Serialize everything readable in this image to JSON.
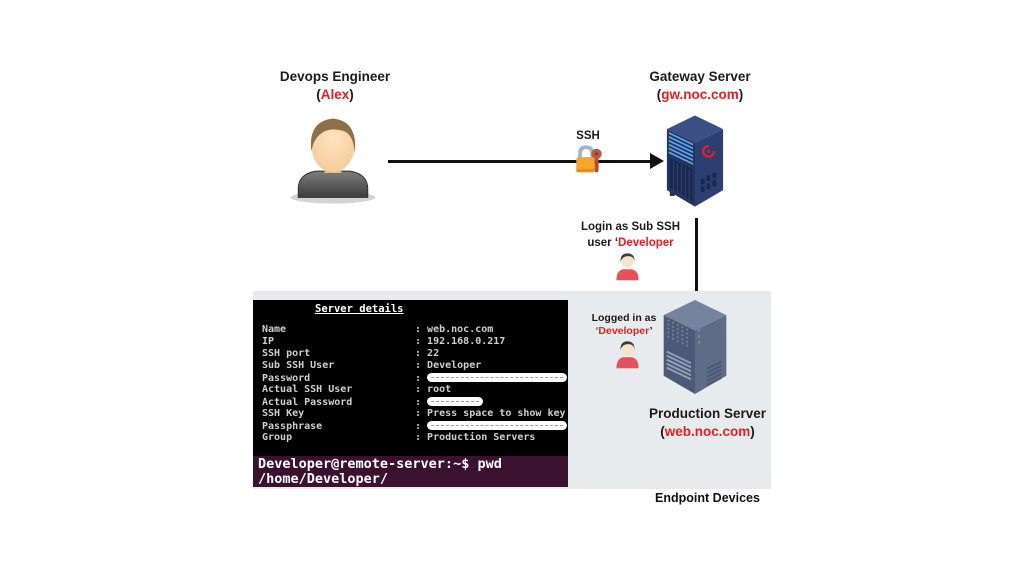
{
  "colors": {
    "accent_red": "#ee1b22",
    "panel_bg": "#e8ebee",
    "terminal_bg": "#000000",
    "terminal_text": "#cfcfcf",
    "prompt_bg": "#3a112e",
    "arrow_black": "#111111"
  },
  "icons": {
    "devops_avatar": "person-avatar",
    "lock": "lock-with-key",
    "gateway_server": "server-tower",
    "production_server": "server-tower",
    "developer_user": "person-red-shirt"
  },
  "devops_engineer": {
    "title": "Devops Engineer",
    "paren_open": "(",
    "name": "Alex",
    "paren_close": ")"
  },
  "gateway_server": {
    "title": "Gateway Server",
    "paren_open": "(",
    "host": "gw.noc.com",
    "paren_close": ")"
  },
  "ssh_arrow": {
    "label": "SSH"
  },
  "login_note": {
    "line1": "Login as Sub SSH",
    "line2_prefix": "user ‘",
    "line2_red": "Developer"
  },
  "logged_in_note": {
    "line1": "Logged in as",
    "line2_red": "‘Developer",
    "quote_close": "’"
  },
  "production_server": {
    "title": "Production Server",
    "paren_open": "(",
    "host": "web.noc.com",
    "paren_close": ")"
  },
  "endpoint_label": "Endpoint Devices",
  "terminal": {
    "title": "Server details",
    "colon": ": ",
    "rows": [
      {
        "label": "Name",
        "value": "web.noc.com"
      },
      {
        "label": "IP",
        "value": "192.168.0.217"
      },
      {
        "label": "SSH port",
        "value": "22"
      },
      {
        "label": "Sub SSH User",
        "value": "Developer"
      },
      {
        "label": "Password",
        "value": "",
        "redacted": "long"
      },
      {
        "label": "Actual SSH User",
        "value": "root"
      },
      {
        "label": "Actual Password",
        "value": "",
        "redacted": "short"
      },
      {
        "label": "SSH Key",
        "value": "Press space to show key"
      },
      {
        "label": "Passphrase",
        "value": "",
        "redacted": "long"
      },
      {
        "label": "Group",
        "value": "Production Servers"
      }
    ],
    "prompt_line1": "Developer@remote-server:~$ pwd",
    "prompt_line2": "/home/Developer/"
  }
}
